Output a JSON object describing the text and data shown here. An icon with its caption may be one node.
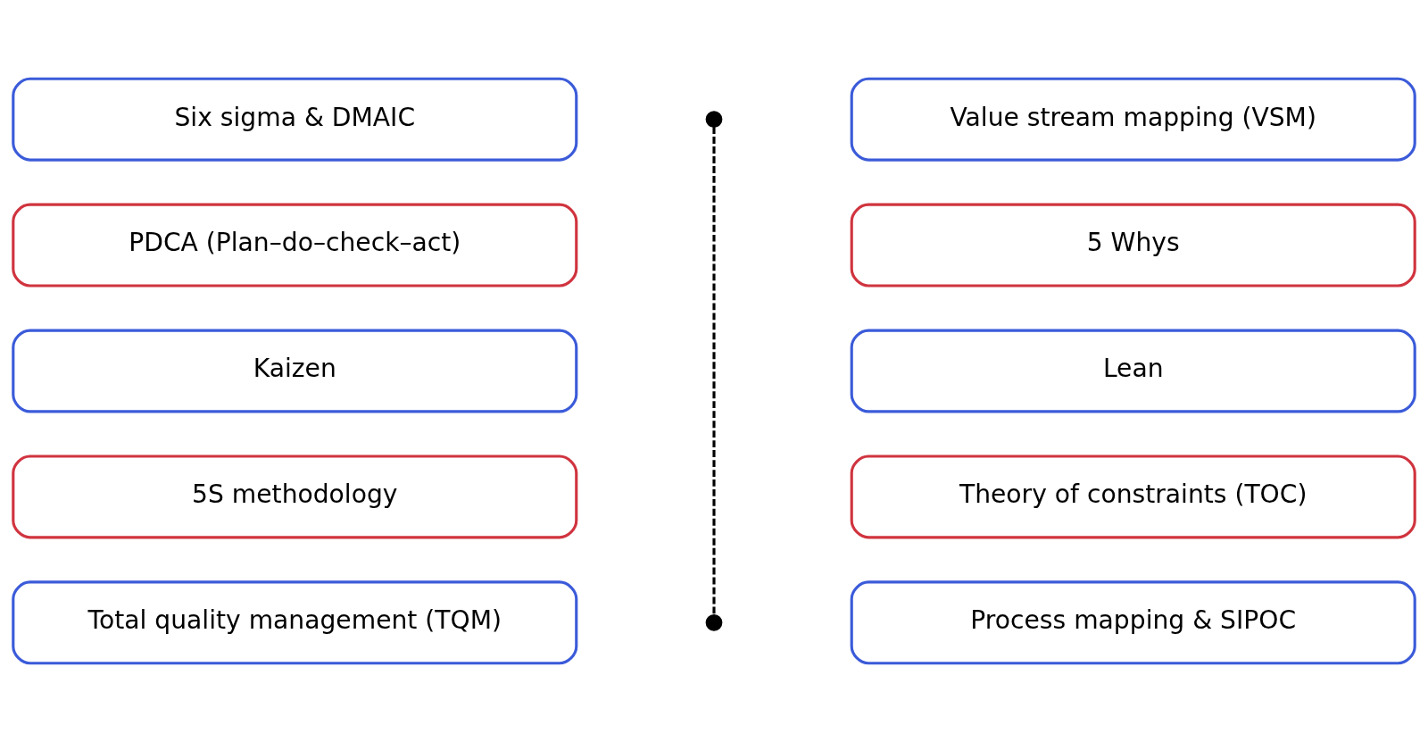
{
  "diagram": {
    "nodes": [
      {
        "text": [
          "Six sigma & DMAIC"
        ]
      },
      {
        "text": [
          "Value stream mapping (VSM)"
        ]
      },
      {
        "text": [
          "PDCA (Plan–do–check–act)"
        ]
      },
      {
        "text": [
          "5 Whys"
        ]
      },
      {
        "text": [
          "Kaizen"
        ]
      },
      {
        "text": [
          "Lean"
        ]
      },
      {
        "text": [
          "5S methodology"
        ]
      },
      {
        "text": [
          "Theory of constraints (TOC)"
        ]
      },
      {
        "text": [
          "Total quality management (TQM)"
        ]
      },
      {
        "text": [
          "Process mapping & SIPOC"
        ]
      },
      {
        "text": [],
        "shape": "circle"
      },
      {
        "text": [],
        "shape": "circle"
      }
    ],
    "edges": [
      {
        "from": 10,
        "to": 11,
        "arrow": "none",
        "style": "dashed"
      }
    ]
  }
}
